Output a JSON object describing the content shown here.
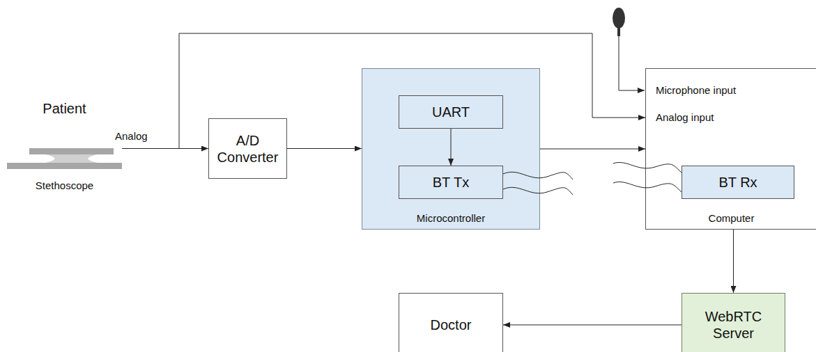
{
  "diagram": {
    "nodes": [
      {
        "text": [
          "Patient",
          "Stethoscope"
        ]
      },
      {
        "text": [
          "A/D Converter"
        ]
      },
      {
        "text": [
          "Microcontroller"
        ]
      },
      {
        "text": [
          "UART"
        ],
        "in": 2
      },
      {
        "text": [
          "BT Tx"
        ],
        "in": 2
      },
      {
        "text": [
          "Microphone input",
          "Analog input",
          "Computer"
        ]
      },
      {
        "text": [
          "BT Rx"
        ],
        "in": 5
      },
      {
        "text": [
          "WebRTC Server"
        ]
      },
      {
        "text": [
          "Doctor"
        ]
      }
    ],
    "edges": [
      {
        "from": 0,
        "to": 1,
        "arrow": "to",
        "label": "Analog"
      },
      {
        "from": 0,
        "to": 5,
        "arrow": "to"
      },
      {
        "from": 1,
        "to": 2,
        "arrow": "to"
      },
      {
        "from": 3,
        "to": 4,
        "arrow": "to"
      },
      {
        "from": 2,
        "to": 5,
        "arrow": "to"
      },
      {
        "from": 5,
        "to": 7,
        "arrow": "to"
      },
      {
        "from": 7,
        "to": 8,
        "arrow": "to"
      }
    ]
  }
}
